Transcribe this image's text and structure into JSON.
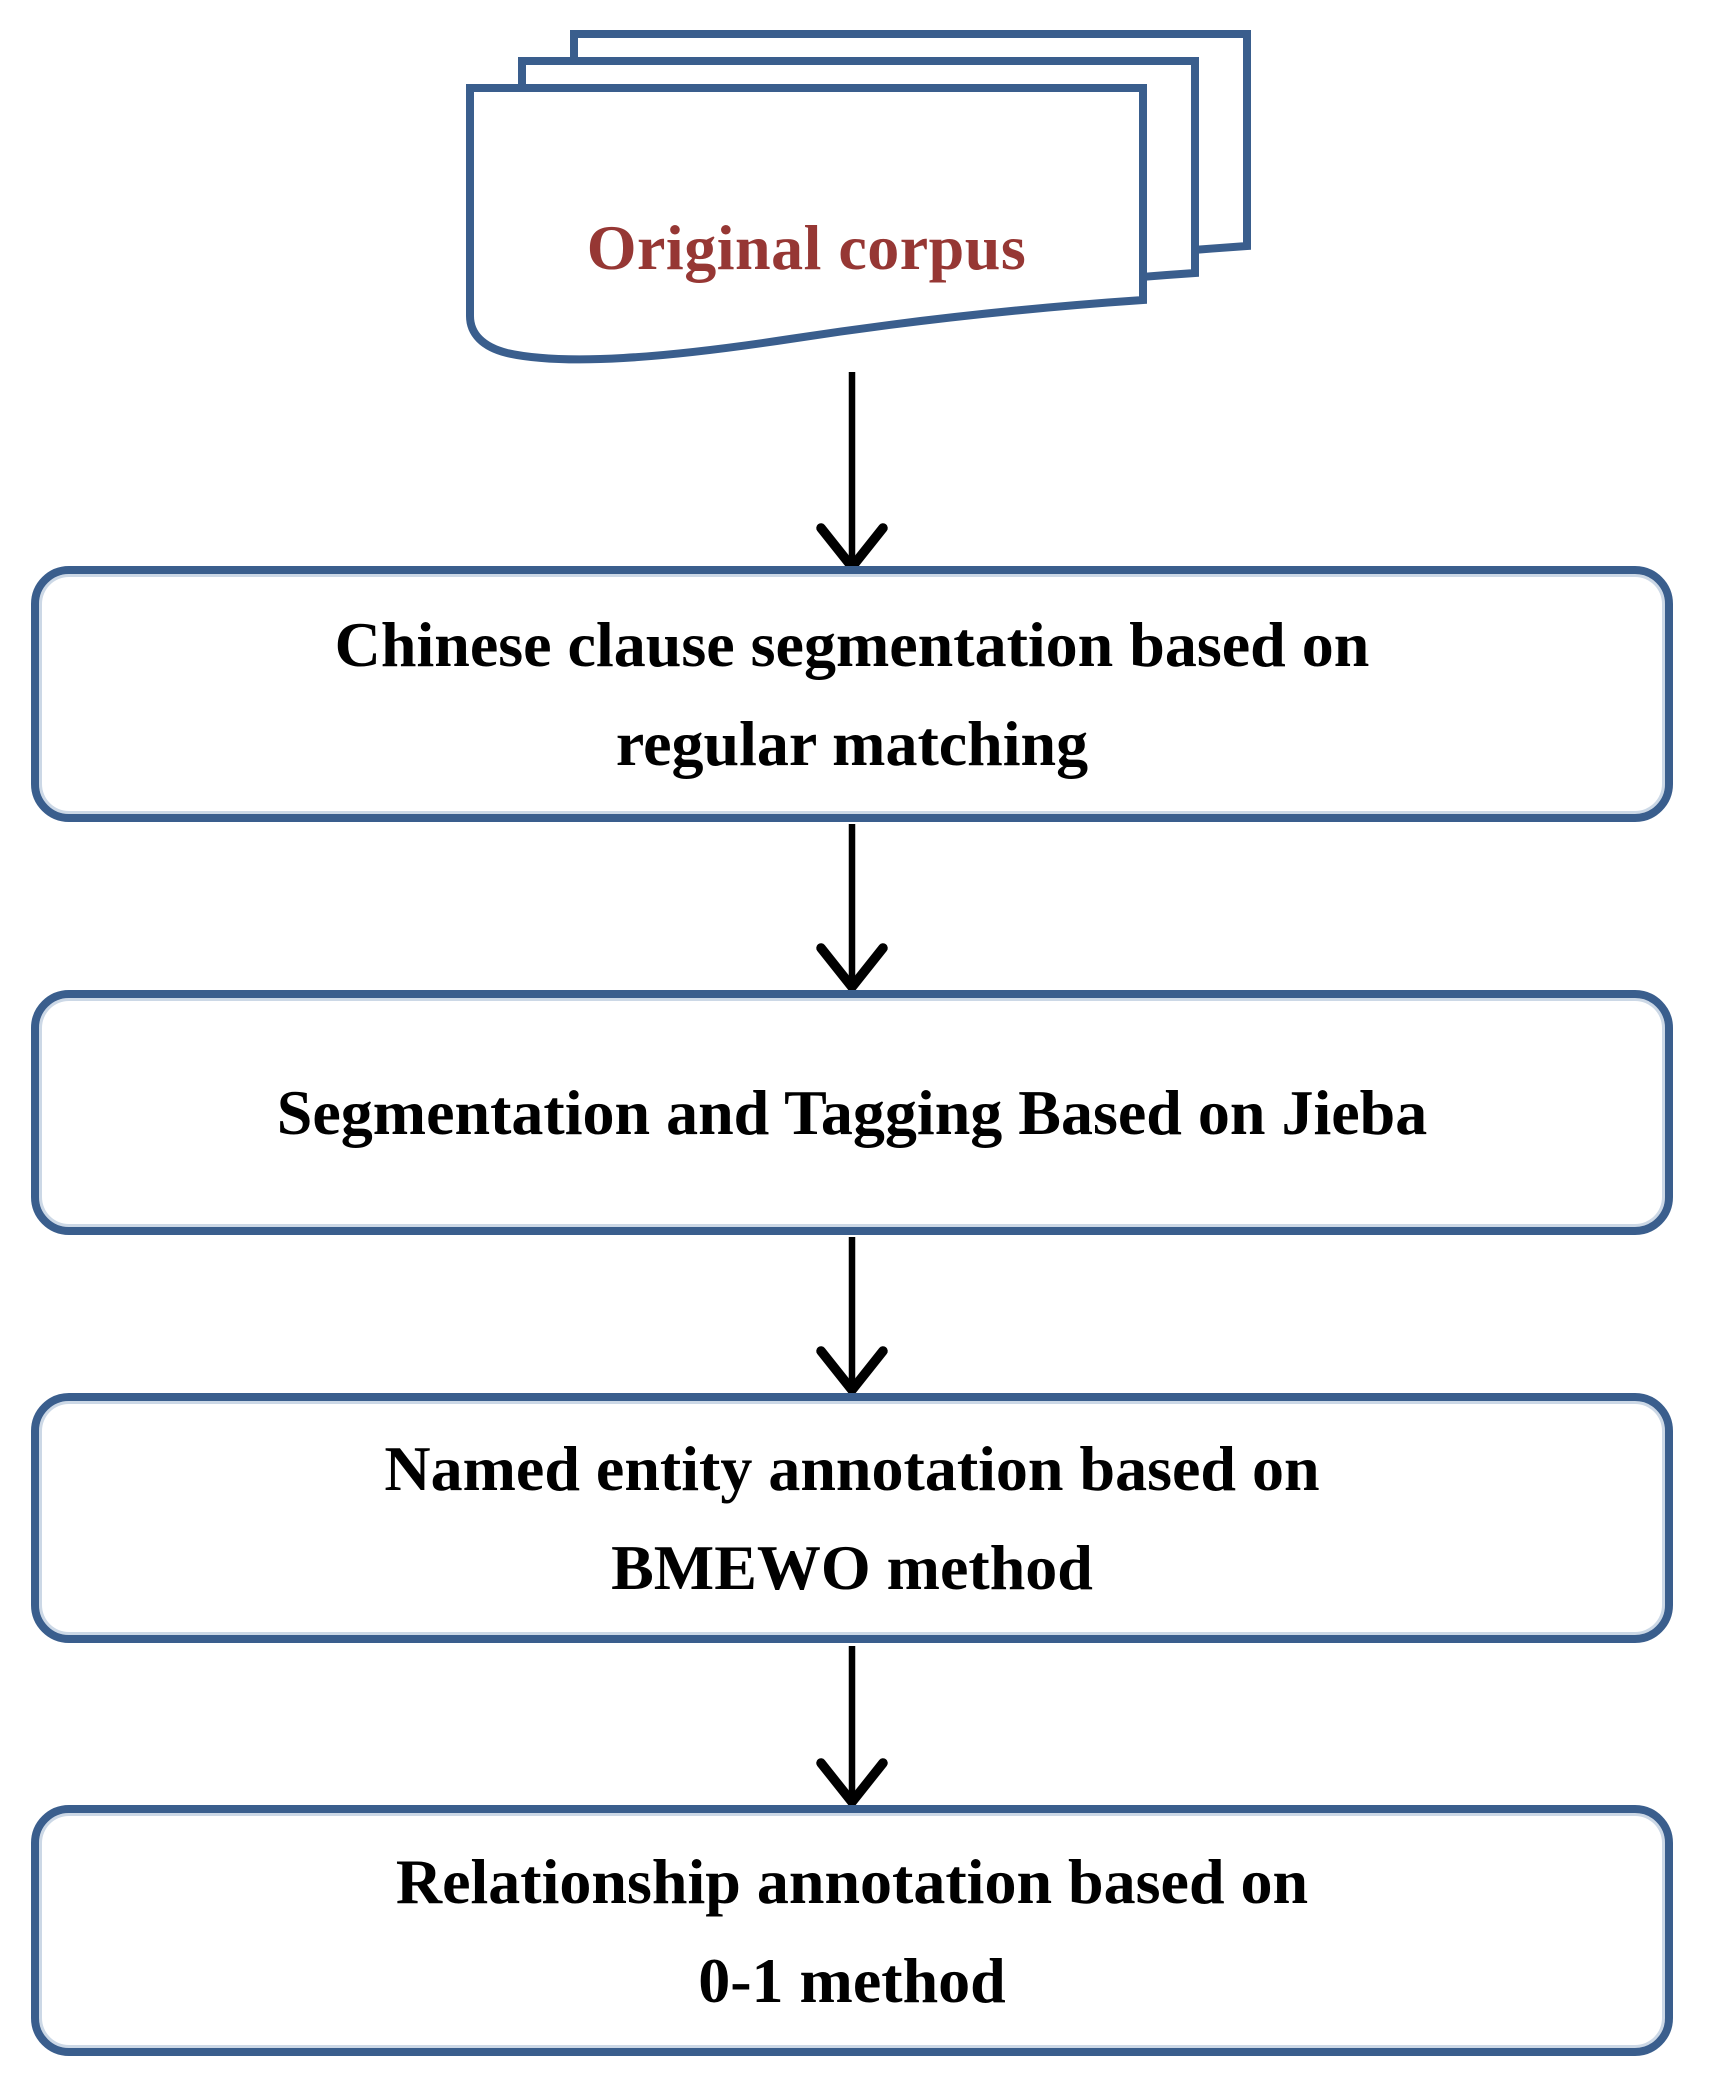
{
  "flowchart": {
    "source": {
      "label": "Original corpus"
    },
    "steps": [
      {
        "lines": [
          "Chinese clause segmentation based on",
          "regular matching"
        ]
      },
      {
        "lines": [
          "Segmentation and Tagging Based on Jieba"
        ]
      },
      {
        "lines": [
          "Named entity annotation based on",
          "BMEWO method"
        ]
      },
      {
        "lines": [
          "Relationship annotation based on",
          "0-1 method"
        ]
      }
    ],
    "colors": {
      "outline": "#3a5e8d",
      "document_label": "#963734",
      "step_label": "#000000",
      "arrow": "#000000",
      "background": "#ffffff"
    }
  }
}
